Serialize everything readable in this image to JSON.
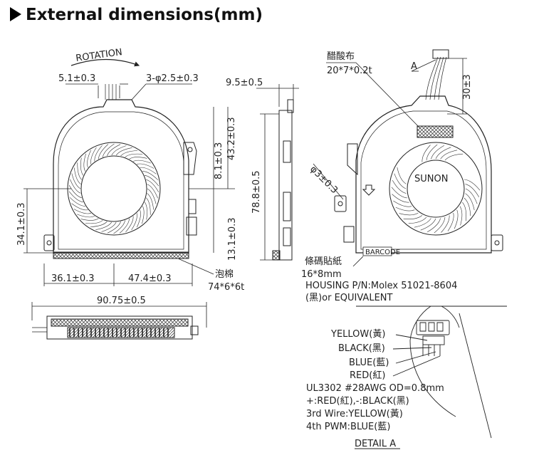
{
  "title": "External dimensions(mm)",
  "labels": {
    "rotation": "ROTATION",
    "d_5_1": "5.1±0.3",
    "d_3phi": "3-φ2.5±0.3",
    "d_9_5": "9.5±0.5",
    "d_43_2": "43.2±0.3",
    "d_8_1": "8.1±0.3",
    "d_78_8": "78.8±0.5",
    "d_34_1": "34.1±0.3",
    "d_13_1": "13.1±0.3",
    "d_36_1": "36.1±0.3",
    "d_47_4": "47.4±0.3",
    "foam_cn": "泡棉",
    "foam_size": "74*6*6t",
    "d_90_75": "90.75±0.5",
    "acetate_cn": "醋酸布",
    "acetate_size": "20*7*0.2t",
    "marker_a": "A",
    "d_30": "30±3",
    "d_phi3": "φ3±0.3",
    "brand": "SUNON",
    "barcode": "BARCODE",
    "barcode_cn": "條碼貼紙",
    "barcode_size": "16*8mm",
    "housing": "HOUSING P/N:Molex 51021-8604",
    "equivalent": "(黑)or EQUIVALENT",
    "w_yellow": "YELLOW(黃)",
    "w_black": "BLACK(黑)",
    "w_blue": "BLUE(藍)",
    "w_red": "RED(紅)",
    "ul": "UL3302 #28AWG OD=0.8mm",
    "pol": "+:RED(紅),-:BLACK(黑)",
    "wire3": "3rd Wire:YELLOW(黃)",
    "wire4": "4th PWM:BLUE(藍)",
    "detail": "DETAIL A"
  },
  "colors": {
    "line": "#222222",
    "hatch": "#555555"
  }
}
